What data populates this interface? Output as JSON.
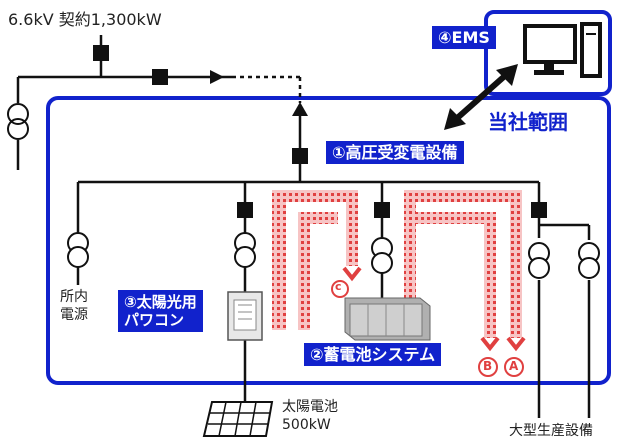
{
  "contract": "6.6kV 契約1,300kW",
  "scope_label": "当社範囲",
  "ems_label": "④EMS",
  "substation_label": "①高圧受変電設備",
  "solar_pcs_label_line1": "③太陽光用",
  "solar_pcs_label_line2": "パワコン",
  "battery_label": "②蓄電池システム",
  "aux_power_line1": "所内",
  "aux_power_line2": "電源",
  "solar_panel_line1": "太陽電池",
  "solar_panel_line2": "500kW",
  "large_equipment": "大型生産設備",
  "flow_markers": {
    "a": "A",
    "b": "B",
    "c": "c"
  },
  "colors": {
    "accent_blue": "#1122cc",
    "flow_red": "#e04040",
    "line_black": "#111111"
  }
}
